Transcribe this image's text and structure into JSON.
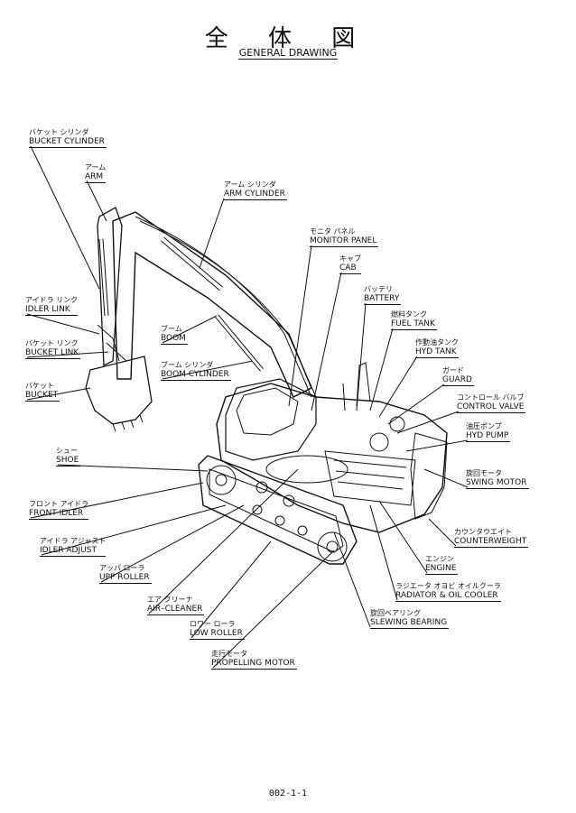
{
  "header": {
    "title_jp": "全 体 図",
    "title_en": "GENERAL DRAWING"
  },
  "labels": {
    "bucket_cylinder": {
      "jp": "バケット シリンダ",
      "en": "BUCKET CYLINDER"
    },
    "arm": {
      "jp": "アーム",
      "en": "ARM"
    },
    "arm_cylinder": {
      "jp": "アーム シリンダ",
      "en": "ARM CYLINDER"
    },
    "monitor_panel": {
      "jp": "モニタ パネル",
      "en": "MONITOR PANEL"
    },
    "cab": {
      "jp": "キャブ",
      "en": "CAB"
    },
    "battery": {
      "jp": "バッテリ",
      "en": "BATTERY"
    },
    "fuel_tank": {
      "jp": "燃料タンク",
      "en": "FUEL TANK"
    },
    "hyd_tank": {
      "jp": "作動油タンク",
      "en": "HYD TANK"
    },
    "guard": {
      "jp": "ガード",
      "en": "GUARD"
    },
    "control_valve": {
      "jp": "コントロール バルブ",
      "en": "CONTROL VALVE"
    },
    "hyd_pump": {
      "jp": "油圧ポンプ",
      "en": "HYD PUMP"
    },
    "swing_motor": {
      "jp": "旋回モータ",
      "en": "SWING MOTOR"
    },
    "counterweight": {
      "jp": "カウンタウエイト",
      "en": "COUNTERWEIGHT"
    },
    "engine": {
      "jp": "エンジン",
      "en": "ENGINE"
    },
    "radiator": {
      "jp": "ラジエータ オヨビ オイルクーラ",
      "en": "RADIATOR & OIL COOLER"
    },
    "slewing_bearing": {
      "jp": "旋回ベアリング",
      "en": "SLEWING BEARING"
    },
    "idler_link": {
      "jp": "アイドラ リンク",
      "en": "IDLER LINK"
    },
    "bucket_link": {
      "jp": "バケット リンク",
      "en": "BUCKET LINK"
    },
    "bucket": {
      "jp": "バケット",
      "en": "BUCKET"
    },
    "boom": {
      "jp": "ブーム",
      "en": "BOOM"
    },
    "boom_cylinder": {
      "jp": "ブーム シリンダ",
      "en": "BOOM CYLINDER"
    },
    "shoe": {
      "jp": "シュー",
      "en": "SHOE"
    },
    "front_idler": {
      "jp": "フロント アイドラ",
      "en": "FRONT IDLER"
    },
    "idler_adjust": {
      "jp": "アイドラ アジャスト",
      "en": "IDLER ADJUST"
    },
    "upp_roller": {
      "jp": "アッパ ローラ",
      "en": "UPP ROLLER"
    },
    "air_cleaner": {
      "jp": "エア クリーナ",
      "en": "AIR–CLEANER"
    },
    "low_roller": {
      "jp": "ロワー ローラ",
      "en": "LOW ROLLER"
    },
    "propelling_motor": {
      "jp": "走行モータ",
      "en": "PROPELLING MOTOR"
    }
  },
  "footer": {
    "page_number": "002-1-1"
  }
}
